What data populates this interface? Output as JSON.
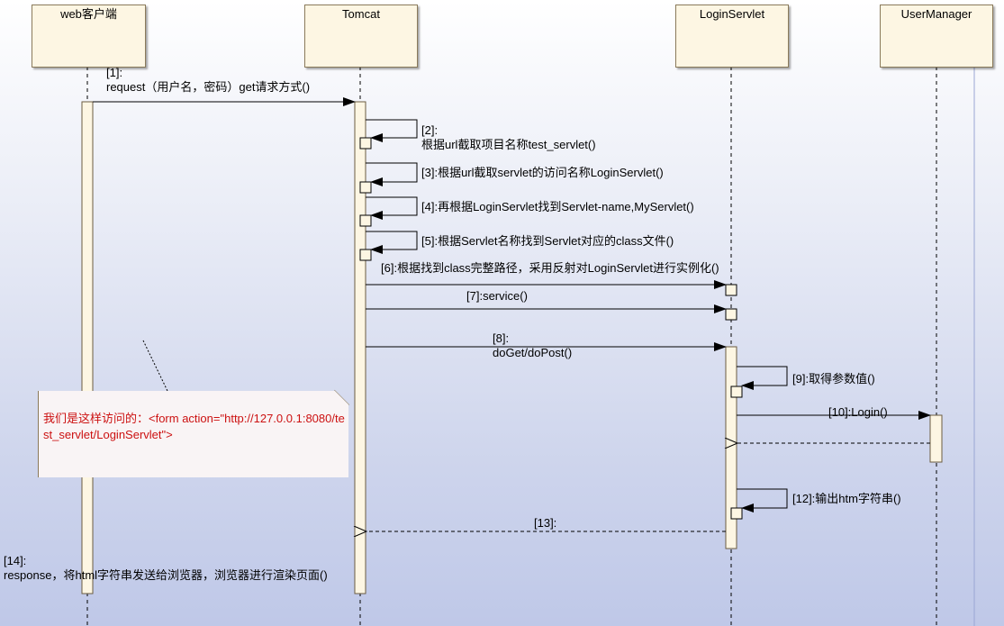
{
  "participants": [
    {
      "id": "web",
      "label": "web客户端"
    },
    {
      "id": "tomcat",
      "label": "Tomcat"
    },
    {
      "id": "login",
      "label": "LoginServlet"
    },
    {
      "id": "user",
      "label": "UserManager"
    }
  ],
  "messages": {
    "m1_num": "[1]:",
    "m1_text": "request（用户名，密码）get请求方式()",
    "m2_num": "[2]:",
    "m2_text": "根据url截取项目名称test_servlet()",
    "m3": "[3]:根据url截取servlet的访问名称LoginServlet()",
    "m4": "[4]:再根据LoginServlet找到Servlet-name,MyServlet()",
    "m5": "[5]:根据Servlet名称找到Servlet对应的class文件()",
    "m6": "[6]:根据找到class完整路径，采用反射对LoginServlet进行实例化()",
    "m7": "[7]:service()",
    "m8_num": "[8]:",
    "m8_text": "doGet/doPost()",
    "m9": "[9]:取得参数值()",
    "m10": "[10]:Login()",
    "m12": "[12]:输出htm字符串()",
    "m13": "[13]:",
    "m14_num": "[14]:",
    "m14_text": "response，将html字符串发送给浏览器，浏览器进行渲染页面()"
  },
  "note": {
    "text": "我们是这样访问的：<form action=\"http://127.0.0.1:8080/test_servlet/LoginServlet\">"
  },
  "colors": {
    "note_text": "#cc1111",
    "box_fill": "#fdf6e3"
  }
}
